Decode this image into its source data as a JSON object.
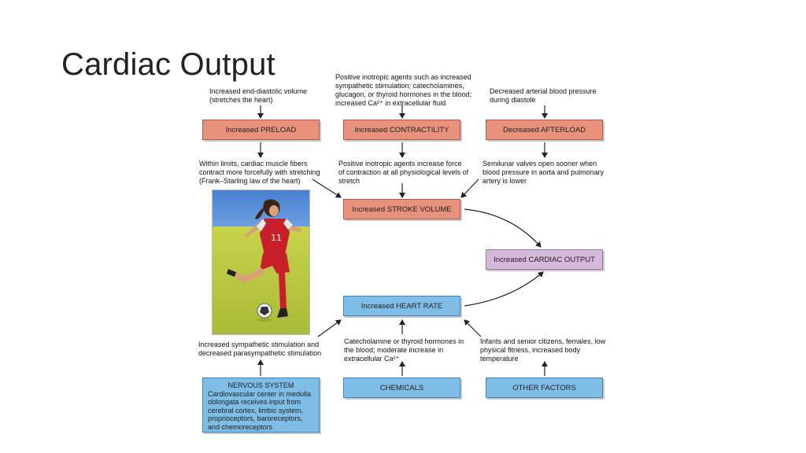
{
  "slide": {
    "title": "Cardiac Output"
  },
  "text": {
    "edv": "Increased end-diastolic volume (stretches the heart)",
    "inotropic_agents": "Positive inotropic agents such as increased sympathetic stimulation; catecholamines, glucagon, or thyroid hormones in the blood; increased Ca²⁺ in extracellular fluid",
    "decreased_bp": "Decreased arterial blood pressure during diastole",
    "frank_starling": "Within limits, cardiac muscle fibers contract more forcefully with stretching (Frank–Starling law of the heart)",
    "inotropic_force": "Positive inotropic agents increase force of contraction at all physiological levels of stretch",
    "semilunar": "Semilunar valves open sooner when blood pressure in aorta and pulmonary artery is lower",
    "sympathetic": "Increased sympathetic stimulation and decreased parasympathetic stimulation",
    "catecholamine": "Catecholamine or thyroid hormones in the blood; moderate increase in extracellular Ca²⁺",
    "infants": "Infants and senior citizens, females, low physical fitness, increased body temperature"
  },
  "boxes": {
    "preload": "Increased PRELOAD",
    "contractility": "Increased CONTRACTILITY",
    "afterload": "Decreased AFTERLOAD",
    "stroke_volume": "Increased STROKE VOLUME",
    "cardiac_output": "Increased CARDIAC OUTPUT",
    "heart_rate": "Increased HEART RATE",
    "nervous_title": "NERVOUS SYSTEM",
    "nervous_body": "Cardiovascular center in medulla oblongata receives input from cerebral cortex, limbic system, proprioceptors, baroreceptors, and chemoreceptors",
    "chemicals": "CHEMICALS",
    "other_factors": "OTHER FACTORS"
  },
  "photo": {
    "jersey_number": "11"
  },
  "colors": {
    "salmon": "#e8927c",
    "purple": "#d5b9dc",
    "blue": "#7fbde6"
  }
}
